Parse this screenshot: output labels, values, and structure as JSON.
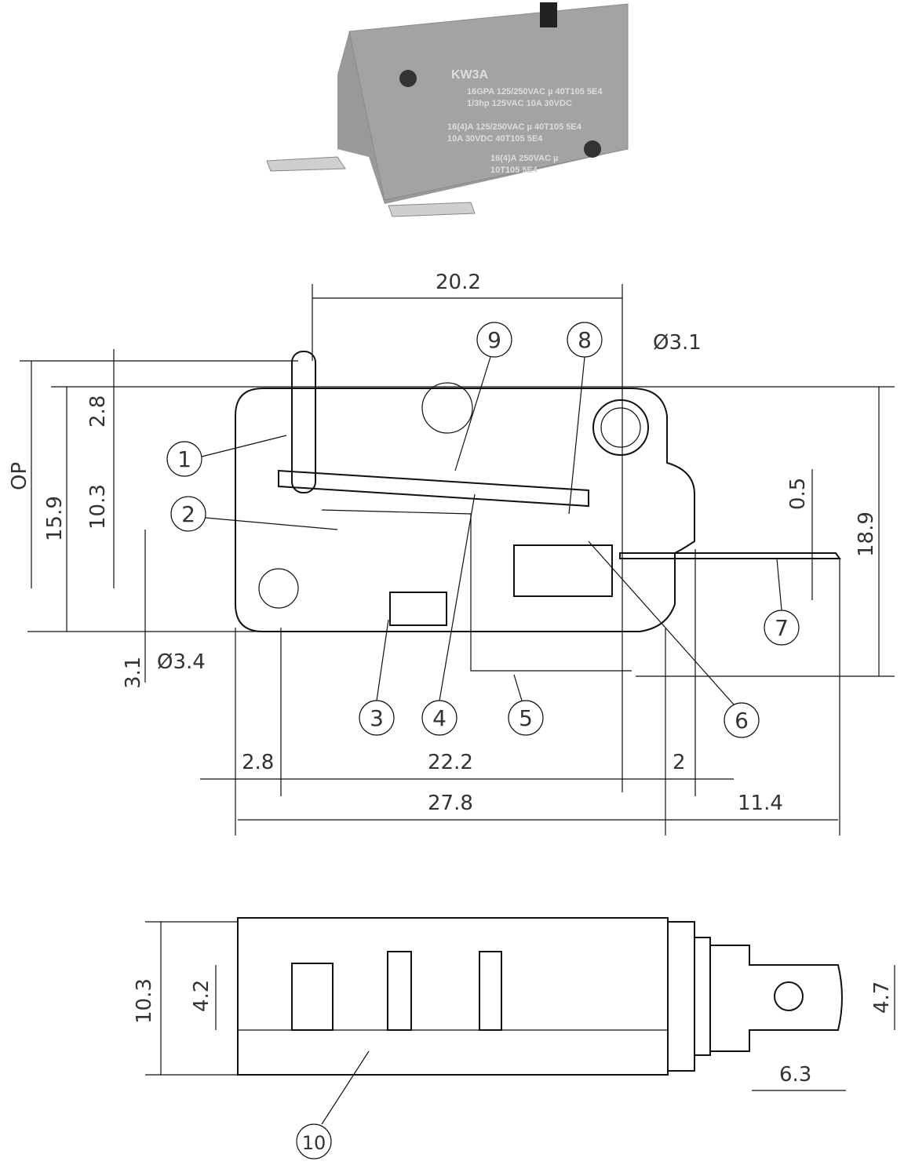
{
  "photo": {
    "model": "KW3A",
    "lines": [
      "16GPA 125/250VAC µ 40T105 5E4",
      "1/3hp 125VAC  10A 30VDC",
      "16(4)A 125/250VAC µ 40T105 5E4",
      "10A 30VDC 40T105 5E4",
      "16(4)A 250VAC µ",
      "10T105 5E4"
    ]
  },
  "dimensions": {
    "top_width": "20.2",
    "hole_top": "Ø3.1",
    "lever_height": "2.8",
    "op": "OP",
    "height_15_9": "15.9",
    "height_10_3": "10.3",
    "tab_offset": "0.5",
    "overall_height": "18.9",
    "hole_left": "Ø3.4",
    "hole_left_offset": "3.1",
    "left_edge": "2.8",
    "hole_spacing": "22.2",
    "right_step": "2",
    "body_length": "27.8",
    "terminal_length": "11.4",
    "side_height": "10.3",
    "slot_height": "4.2",
    "tab_width": "4.7",
    "tab_length": "6.3"
  },
  "callouts": [
    "1",
    "2",
    "3",
    "4",
    "5",
    "6",
    "7",
    "8",
    "9",
    "10"
  ]
}
